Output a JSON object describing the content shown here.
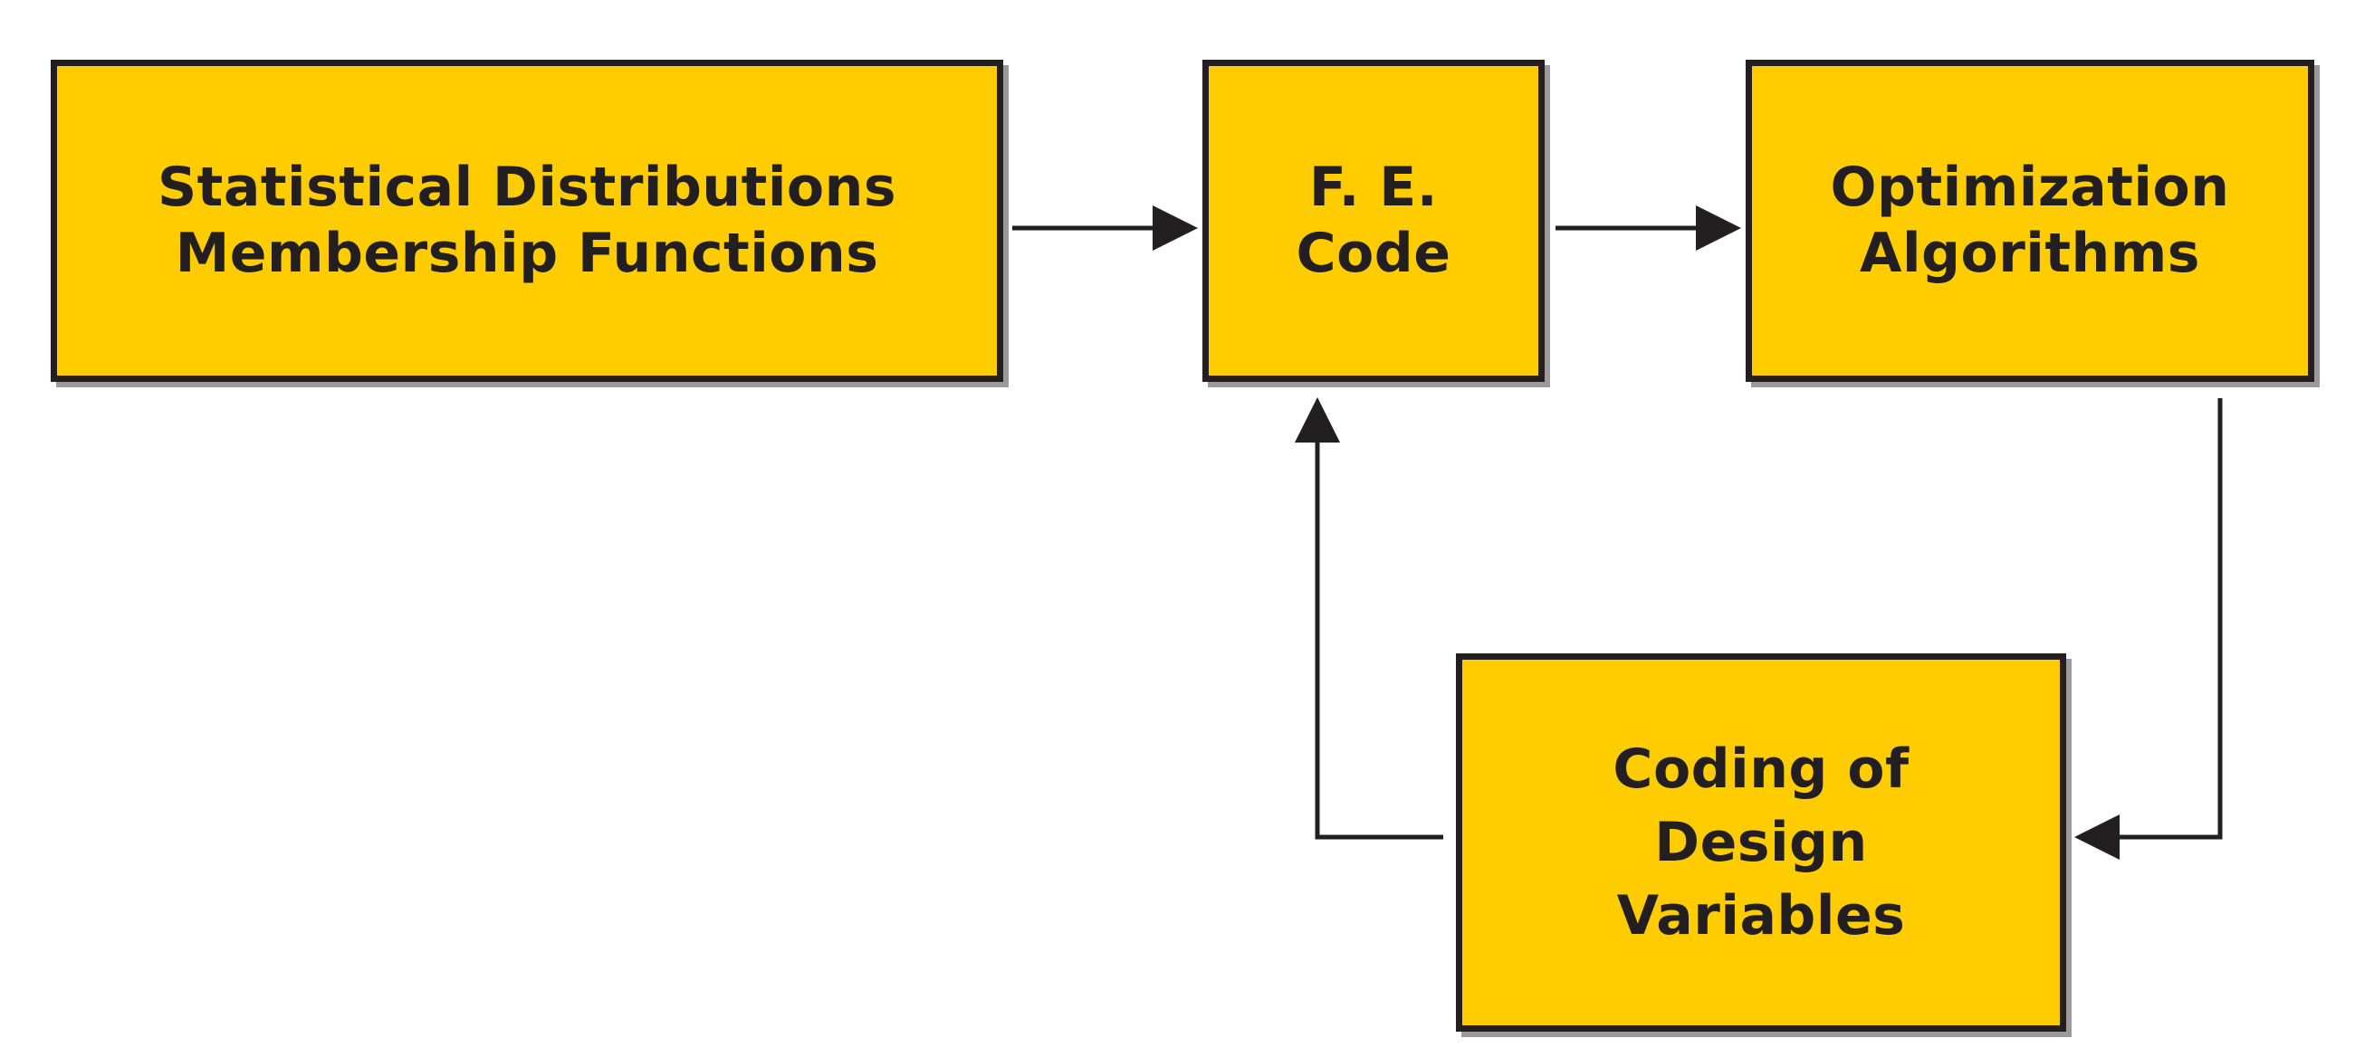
{
  "boxes": {
    "statistical": {
      "lines": [
        "Statistical Distributions",
        "Membership Functions"
      ]
    },
    "fe_code": {
      "lines": [
        "F. E.",
        "Code"
      ]
    },
    "optimization": {
      "lines": [
        "Optimization",
        "Algorithms"
      ]
    },
    "coding": {
      "lines": [
        "Coding of",
        "Design",
        "Variables"
      ]
    }
  },
  "colors": {
    "box_fill": "#ffcc00",
    "box_border": "#231f20",
    "arrow": "#231f20",
    "shadow": "#9a9a9a",
    "background": "#ffffff"
  }
}
